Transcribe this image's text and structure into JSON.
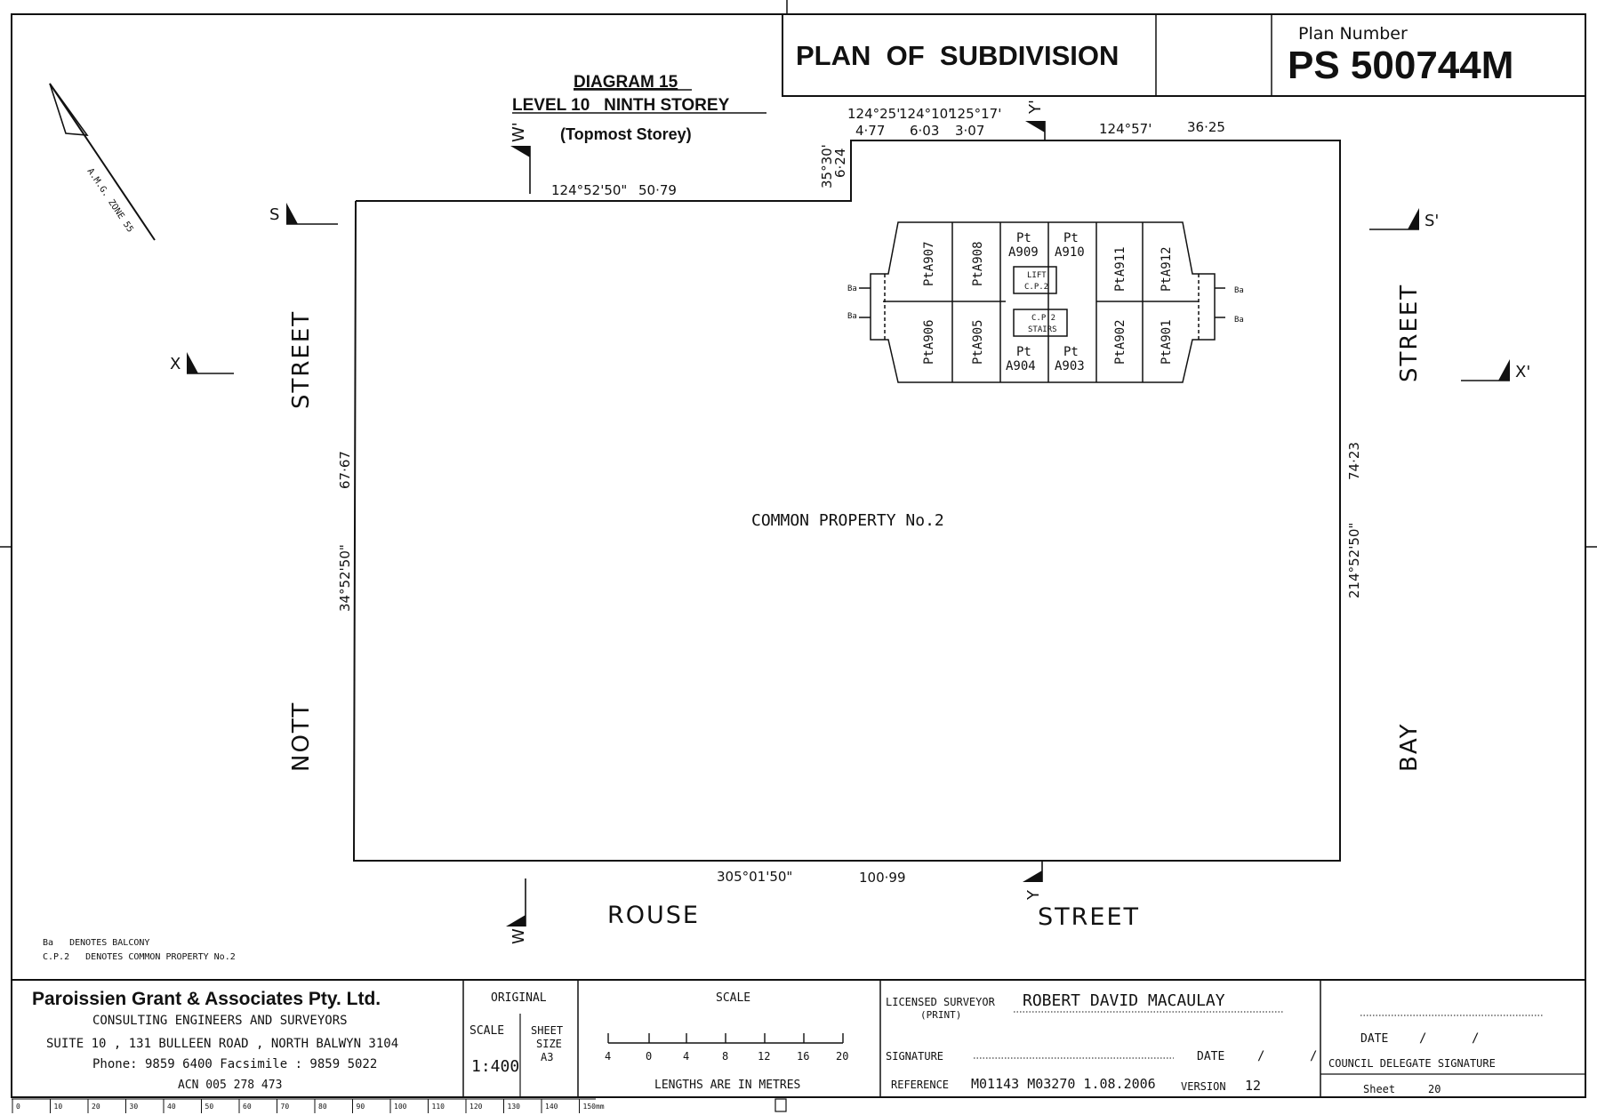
{
  "header": {
    "title": "PLAN  OF  SUBDIVISION",
    "plan_number_label": "Plan Number",
    "plan_number": "PS 500744M"
  },
  "diagram": {
    "title": "DIAGRAM 15",
    "level": "LEVEL 10   NINTH STOREY",
    "storey": "(Topmost Storey)",
    "north_label": "A.M.G. ZONE 55"
  },
  "streets": {
    "west": [
      "STREET",
      "NOTT"
    ],
    "east": [
      "STREET",
      "BAY"
    ],
    "south": [
      "ROUSE",
      "STREET"
    ]
  },
  "sections": {
    "s": "S",
    "s_prime": "S'",
    "x": "X",
    "x_prime": "X'",
    "w": "W",
    "w_prime": "W'",
    "y": "Y",
    "y_prime": "Y'"
  },
  "dimensions": {
    "top_left_bearing": "124°52'50\"",
    "top_left_length": "50·79",
    "step_bearing": "35°30'",
    "step_length": "6·24",
    "top_b1": "124°25'",
    "top_b2": "124°10'",
    "top_b3": "125°17'",
    "top_l1": "4·77",
    "top_l2": "6·03",
    "top_l3": "3·07",
    "top_right_bearing": "124°57'",
    "top_right_length": "36·25",
    "left_length": "67·67",
    "left_bearing": "34°52'50\"",
    "right_length": "74·23",
    "right_bearing": "214°52'50\"",
    "bottom_bearing": "305°01'50\"",
    "bottom_length": "100·99"
  },
  "common_property": "COMMON PROPERTY No.2",
  "units": {
    "pta907": "PtA907",
    "pta908": "PtA908",
    "pt_a909_a": "Pt",
    "pt_a909_b": "A909",
    "pt_a910_a": "Pt",
    "pt_a910_b": "A910",
    "pta911": "PtA911",
    "pta912": "PtA912",
    "pta906": "PtA906",
    "pta905": "PtA905",
    "pt_a904_a": "Pt",
    "pt_a904_b": "A904",
    "pt_a903_a": "Pt",
    "pt_a903_b": "A903",
    "pta902": "PtA902",
    "pta901": "PtA901",
    "lift_a": "LIFT",
    "lift_b": "C.P.2",
    "stairs_a": "C.P.2",
    "stairs_b": "STAIRS",
    "balcony": "Ba"
  },
  "notes": {
    "line1": "Ba   DENOTES BALCONY",
    "line2": "C.P.2   DENOTES COMMON PROPERTY No.2"
  },
  "title_block": {
    "firm": "Paroissien Grant & Associates Pty. Ltd.",
    "firm_line2": "CONSULTING ENGINEERS AND SURVEYORS",
    "firm_line3": "SUITE 10 , 131 BULLEEN ROAD , NORTH BALWYN 3104",
    "firm_line4": "Phone: 9859 6400 Facsimile : 9859 5022",
    "firm_line5": "ACN 005 278 473",
    "original": "ORIGINAL",
    "scale_label": "SCALE",
    "scale_value": "1:400",
    "sheet_size_a": "SHEET",
    "sheet_size_b": "SIZE",
    "sheet_size_c": "A3",
    "scale_heading": "SCALE",
    "scale_ticks": [
      "4",
      "0",
      "4",
      "8",
      "12",
      "16",
      "20"
    ],
    "lengths_note": "LENGTHS ARE IN METRES",
    "surveyor_label": "LICENSED SURVEYOR",
    "surveyor_print": "(PRINT)",
    "surveyor_name": "ROBERT DAVID MACAULAY",
    "signature_label": "SIGNATURE",
    "date_label": "DATE",
    "date_value": "/      /",
    "reference_label": "REFERENCE",
    "reference_value": "M01143 M03270 1.08.2006",
    "version_label": "VERSION",
    "version_value": "12",
    "council_date_label": "DATE",
    "council_date_value": "/      /",
    "council_sig": "COUNCIL DELEGATE SIGNATURE",
    "sheet_label": "Sheet",
    "sheet_value": "20"
  },
  "ruler": {
    "ticks": [
      "0",
      "10",
      "20",
      "30",
      "40",
      "50",
      "60",
      "70",
      "80",
      "90",
      "100",
      "110",
      "120",
      "130",
      "140",
      "150mm"
    ]
  }
}
